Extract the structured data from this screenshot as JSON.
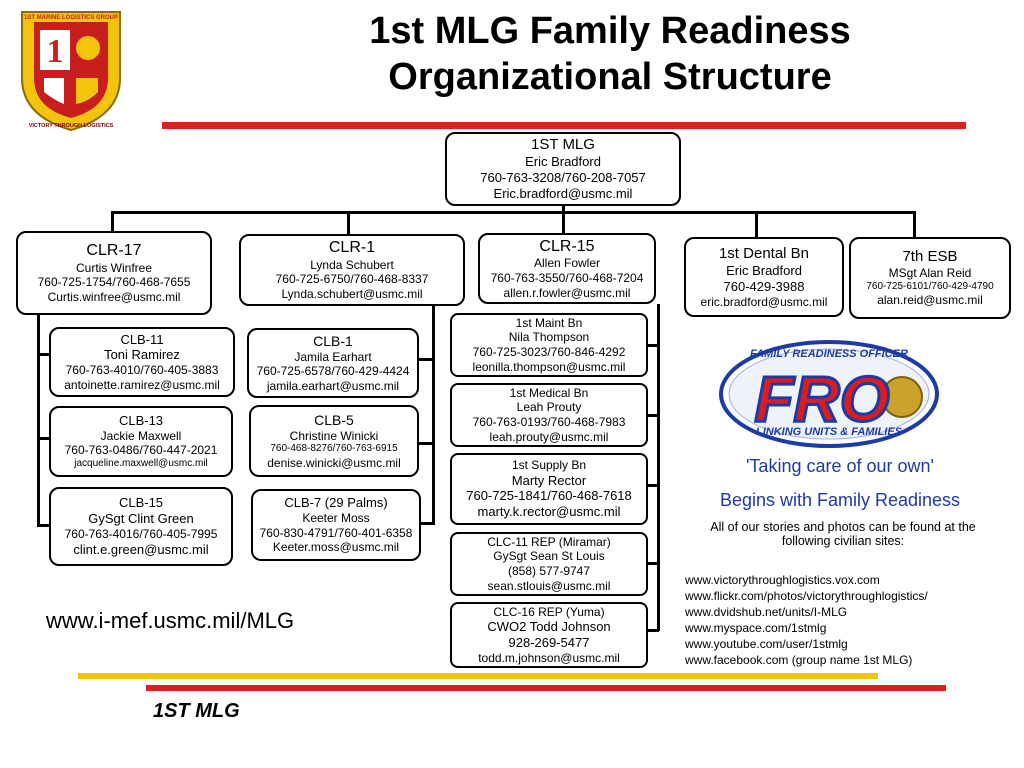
{
  "header": {
    "title_line1": "1st MLG Family Readiness",
    "title_line2": "Organizational Structure"
  },
  "logo": {
    "ring_text_top": "1ST MARINE LOGISTICS GROUP",
    "ring_text_bottom": "VICTORY THROUGH LOGISTICS",
    "numeral": "1"
  },
  "top_box": {
    "unit": "1ST MLG",
    "name": "Eric Bradford",
    "phone": "760-763-3208/760-208-7057",
    "email": "Eric.bradford@usmc.mil"
  },
  "regiments": [
    {
      "unit": "CLR-17",
      "name": "Curtis Winfree",
      "phone": "760-725-1754/760-468-7655",
      "email": "Curtis.winfree@usmc.mil"
    },
    {
      "unit": "CLR-1",
      "name": "Lynda Schubert",
      "phone": "760-725-6750/760-468-8337",
      "email": "Lynda.schubert@usmc.mil"
    },
    {
      "unit": "CLR-15",
      "name": "Allen Fowler",
      "phone": "760-763-3550/760-468-7204",
      "email": "allen.r.fowler@usmc.mil"
    },
    {
      "unit": "1st Dental Bn",
      "name": "Eric Bradford",
      "phone": "760-429-3988",
      "email": "eric.bradford@usmc.mil"
    },
    {
      "unit": "7th ESB",
      "name": "MSgt Alan Reid",
      "phone": "760-725-6101/760-429-4790",
      "email": "alan.reid@usmc.mil"
    }
  ],
  "clr17_children": [
    {
      "unit": "CLB-11",
      "name": "Toni Ramirez",
      "phone": "760-763-4010/760-405-3883",
      "email": "antoinette.ramirez@usmc.mil"
    },
    {
      "unit": "CLB-13",
      "name": "Jackie Maxwell",
      "phone": "760-763-0486/760-447-2021",
      "email": "jacqueline.maxwell@usmc.mil"
    },
    {
      "unit": "CLB-15",
      "name": "GySgt Clint Green",
      "phone": "760-763-4016/760-405-7995",
      "email": "clint.e.green@usmc.mil"
    }
  ],
  "clr1_children": [
    {
      "unit": "CLB-1",
      "name": "Jamila Earhart",
      "phone": "760-725-6578/760-429-4424",
      "email": "jamila.earhart@usmc.mil"
    },
    {
      "unit": "CLB-5",
      "name": "Christine Winicki",
      "phone": "760-468-8276/760-763-6915",
      "email": "denise.winicki@usmc.mil"
    },
    {
      "unit": "CLB-7 (29 Palms)",
      "name": "Keeter Moss",
      "phone": "760-830-4791/760-401-6358",
      "email": "Keeter.moss@usmc.mil"
    }
  ],
  "clr15_children": [
    {
      "unit": "1st Maint Bn",
      "name": "Nila Thompson",
      "phone": "760-725-3023/760-846-4292",
      "email": "leonilla.thompson@usmc.mil"
    },
    {
      "unit": "1st Medical Bn",
      "name": "Leah Prouty",
      "phone": "760-763-0193/760-468-7983",
      "email": "leah.prouty@usmc.mil"
    },
    {
      "unit": "1st Supply Bn",
      "name": "Marty Rector",
      "phone": "760-725-1841/760-468-7618",
      "email": "marty.k.rector@usmc.mil"
    },
    {
      "unit": "CLC-11 REP (Miramar)",
      "name": "GySgt Sean St Louis",
      "phone": "(858) 577-9747",
      "email": "sean.stlouis@usmc.mil"
    },
    {
      "unit": "CLC-16 REP (Yuma)",
      "name": "CWO2 Todd Johnson",
      "phone": "928-269-5477",
      "email": "todd.m.johnson@usmc.mil"
    }
  ],
  "fro": {
    "banner_top": "FAMILY READINESS OFFICER",
    "letters": "FRO",
    "banner_bottom": "LINKING UNITS & FAMILIES",
    "tagline1": "'Taking care of our own'",
    "tagline2": "Begins with Family Readiness",
    "note": "All of our stories and photos can be found at the following civilian sites:",
    "sites": [
      "www.victorythroughlogistics.vox.com",
      "www.flickr.com/photos/victorythroughlogistics/",
      "www.dvidshub.net/units/I-MLG",
      "www.myspace.com/1stmlg",
      "www.youtube.com/user/1stmlg",
      "www.facebook.com (group name 1st MLG)"
    ]
  },
  "footer": {
    "website": "www.i-mef.usmc.mil/MLG",
    "brand": "1ST MLG"
  },
  "colors": {
    "red": "#e02020",
    "yellow": "#f2c40c",
    "fro_blue": "#1d3aa6",
    "fro_red": "#d81e1e"
  }
}
